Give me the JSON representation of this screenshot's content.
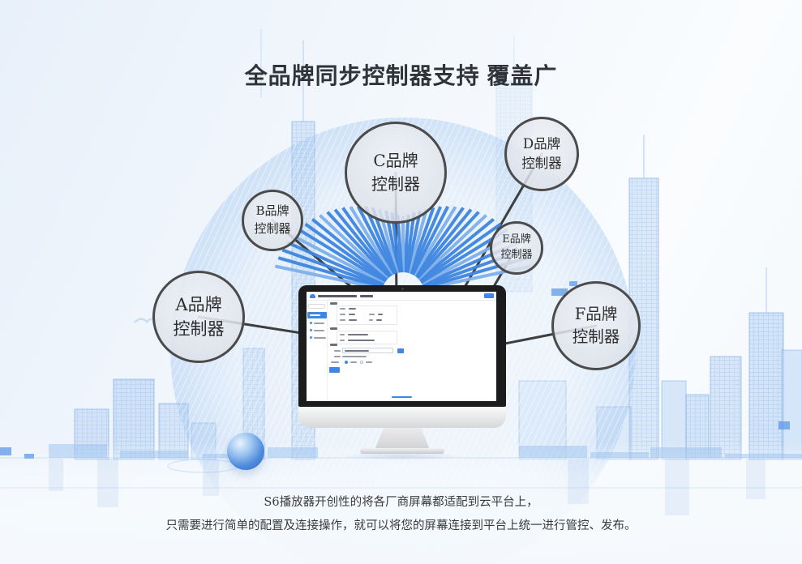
{
  "header": {
    "title": "全品牌同步控制器支持 覆盖广"
  },
  "footer": {
    "line1": "S6播放器开创性的将各厂商屏幕都适配到云平台上，",
    "line2": "只需要进行简单的配置及连接操作，就可以将您的屏幕连接到平台上统一进行管控、发布。"
  },
  "brands": [
    {
      "name": "A品牌控制器",
      "line1": "A品牌",
      "line2": "控制器"
    },
    {
      "name": "B品牌控制器",
      "line1": "B品牌",
      "line2": "控制器"
    },
    {
      "name": "C品牌控制器",
      "line1": "C品牌",
      "line2": "控制器"
    },
    {
      "name": "D品牌控制器",
      "line1": "D品牌",
      "line2": "控制器"
    },
    {
      "name": "E品牌控制器",
      "line1": "E品牌",
      "line2": "控制器"
    },
    {
      "name": "F品牌控制器",
      "line1": "F品牌",
      "line2": "控制器"
    }
  ],
  "colors": {
    "accent_blue": "#3f87e6",
    "ray_blue": "#3e86e0",
    "ray_blue_light": "#7fb0ec",
    "connector_gray": "#3e3e3e",
    "circle_border": "#4b4b4b",
    "title_text": "#303338",
    "body_text": "#3a3a3a",
    "halo_blue": "#7caae9",
    "background_tint": "#e8f0fa"
  }
}
